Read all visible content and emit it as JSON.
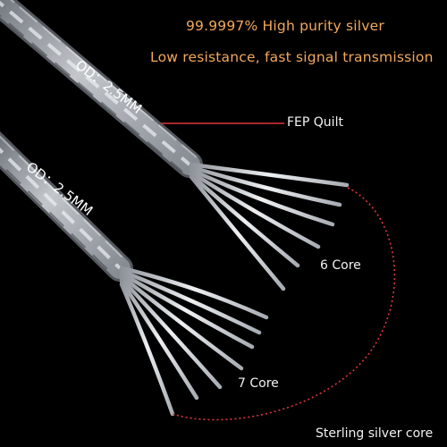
{
  "colors": {
    "background": "#000000",
    "headline": "#f3a85c",
    "label": "#f2f2f2",
    "accent_line": "#e0353b",
    "wire": "#d9dde2"
  },
  "headline": {
    "line1": "99.9997% High purity silver",
    "line2": "Low resistance, fast signal transmission"
  },
  "cables": {
    "top_od": "OD：2.5MM",
    "bottom_od": "OD：2.5MM"
  },
  "labels": {
    "fep": "FEP Quilt",
    "six_core": "6 Core",
    "seven_core": "7 Core",
    "sterling": "Sterling silver core"
  }
}
